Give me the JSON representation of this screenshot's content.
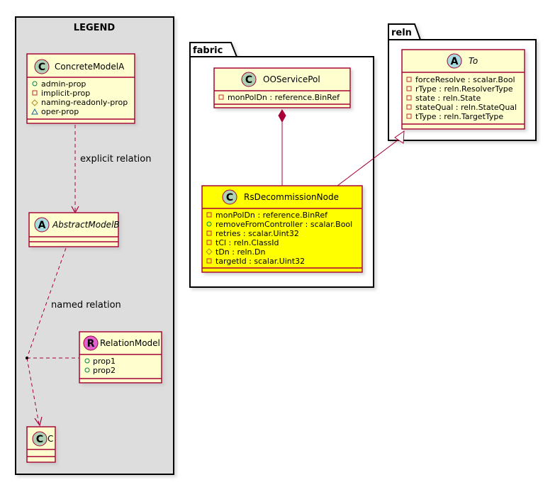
{
  "legend": {
    "title": "LEGEND",
    "concrete_model": {
      "stereotype": "C",
      "name": "ConcreteModelA",
      "attrs": [
        "admin-prop",
        "implicit-prop",
        "naming-readonly-prop",
        "oper-prop"
      ]
    },
    "abstract_model": {
      "stereotype": "A",
      "name": "AbstractModelB"
    },
    "relation_model": {
      "stereotype": "R",
      "name": "RelationModel",
      "attrs": [
        "prop1",
        "prop2"
      ]
    },
    "c_model": {
      "stereotype": "C",
      "name": "C"
    },
    "explicit_relation_label": "explicit relation",
    "named_relation_label": "named relation"
  },
  "fabric": {
    "package_name": "fabric",
    "ooservicepol": {
      "stereotype": "C",
      "name": "OOServicePol",
      "attrs": [
        "monPolDn : reference.BinRef"
      ]
    },
    "rsdecommissionnode": {
      "stereotype": "C",
      "name": "RsDecommissionNode",
      "attrs": [
        "monPolDn : reference.BinRef",
        "removeFromController : scalar.Bool",
        "retries : scalar.Uint32",
        "tCl : reln.ClassId",
        "tDn : reln.Dn",
        "targetId : scalar.Uint32"
      ]
    }
  },
  "reln": {
    "package_name": "reln",
    "to": {
      "stereotype": "A",
      "name": "To",
      "attrs": [
        "forceResolve : scalar.Bool",
        "rType : reln.ResolverType",
        "state : reln.State",
        "stateQual : reln.StateQual",
        "tType : reln.TargetType"
      ]
    }
  },
  "colors": {
    "class_fill": "#FEFECE",
    "class_border": "#A80036",
    "highlight_fill": "#FFFF00",
    "legend_bg": "#DDDDDD",
    "badge_class": "#ADD1B2",
    "badge_abstract": "#A9DCDF",
    "badge_relation": "#E060D0",
    "arrow_color": "#A80036"
  }
}
